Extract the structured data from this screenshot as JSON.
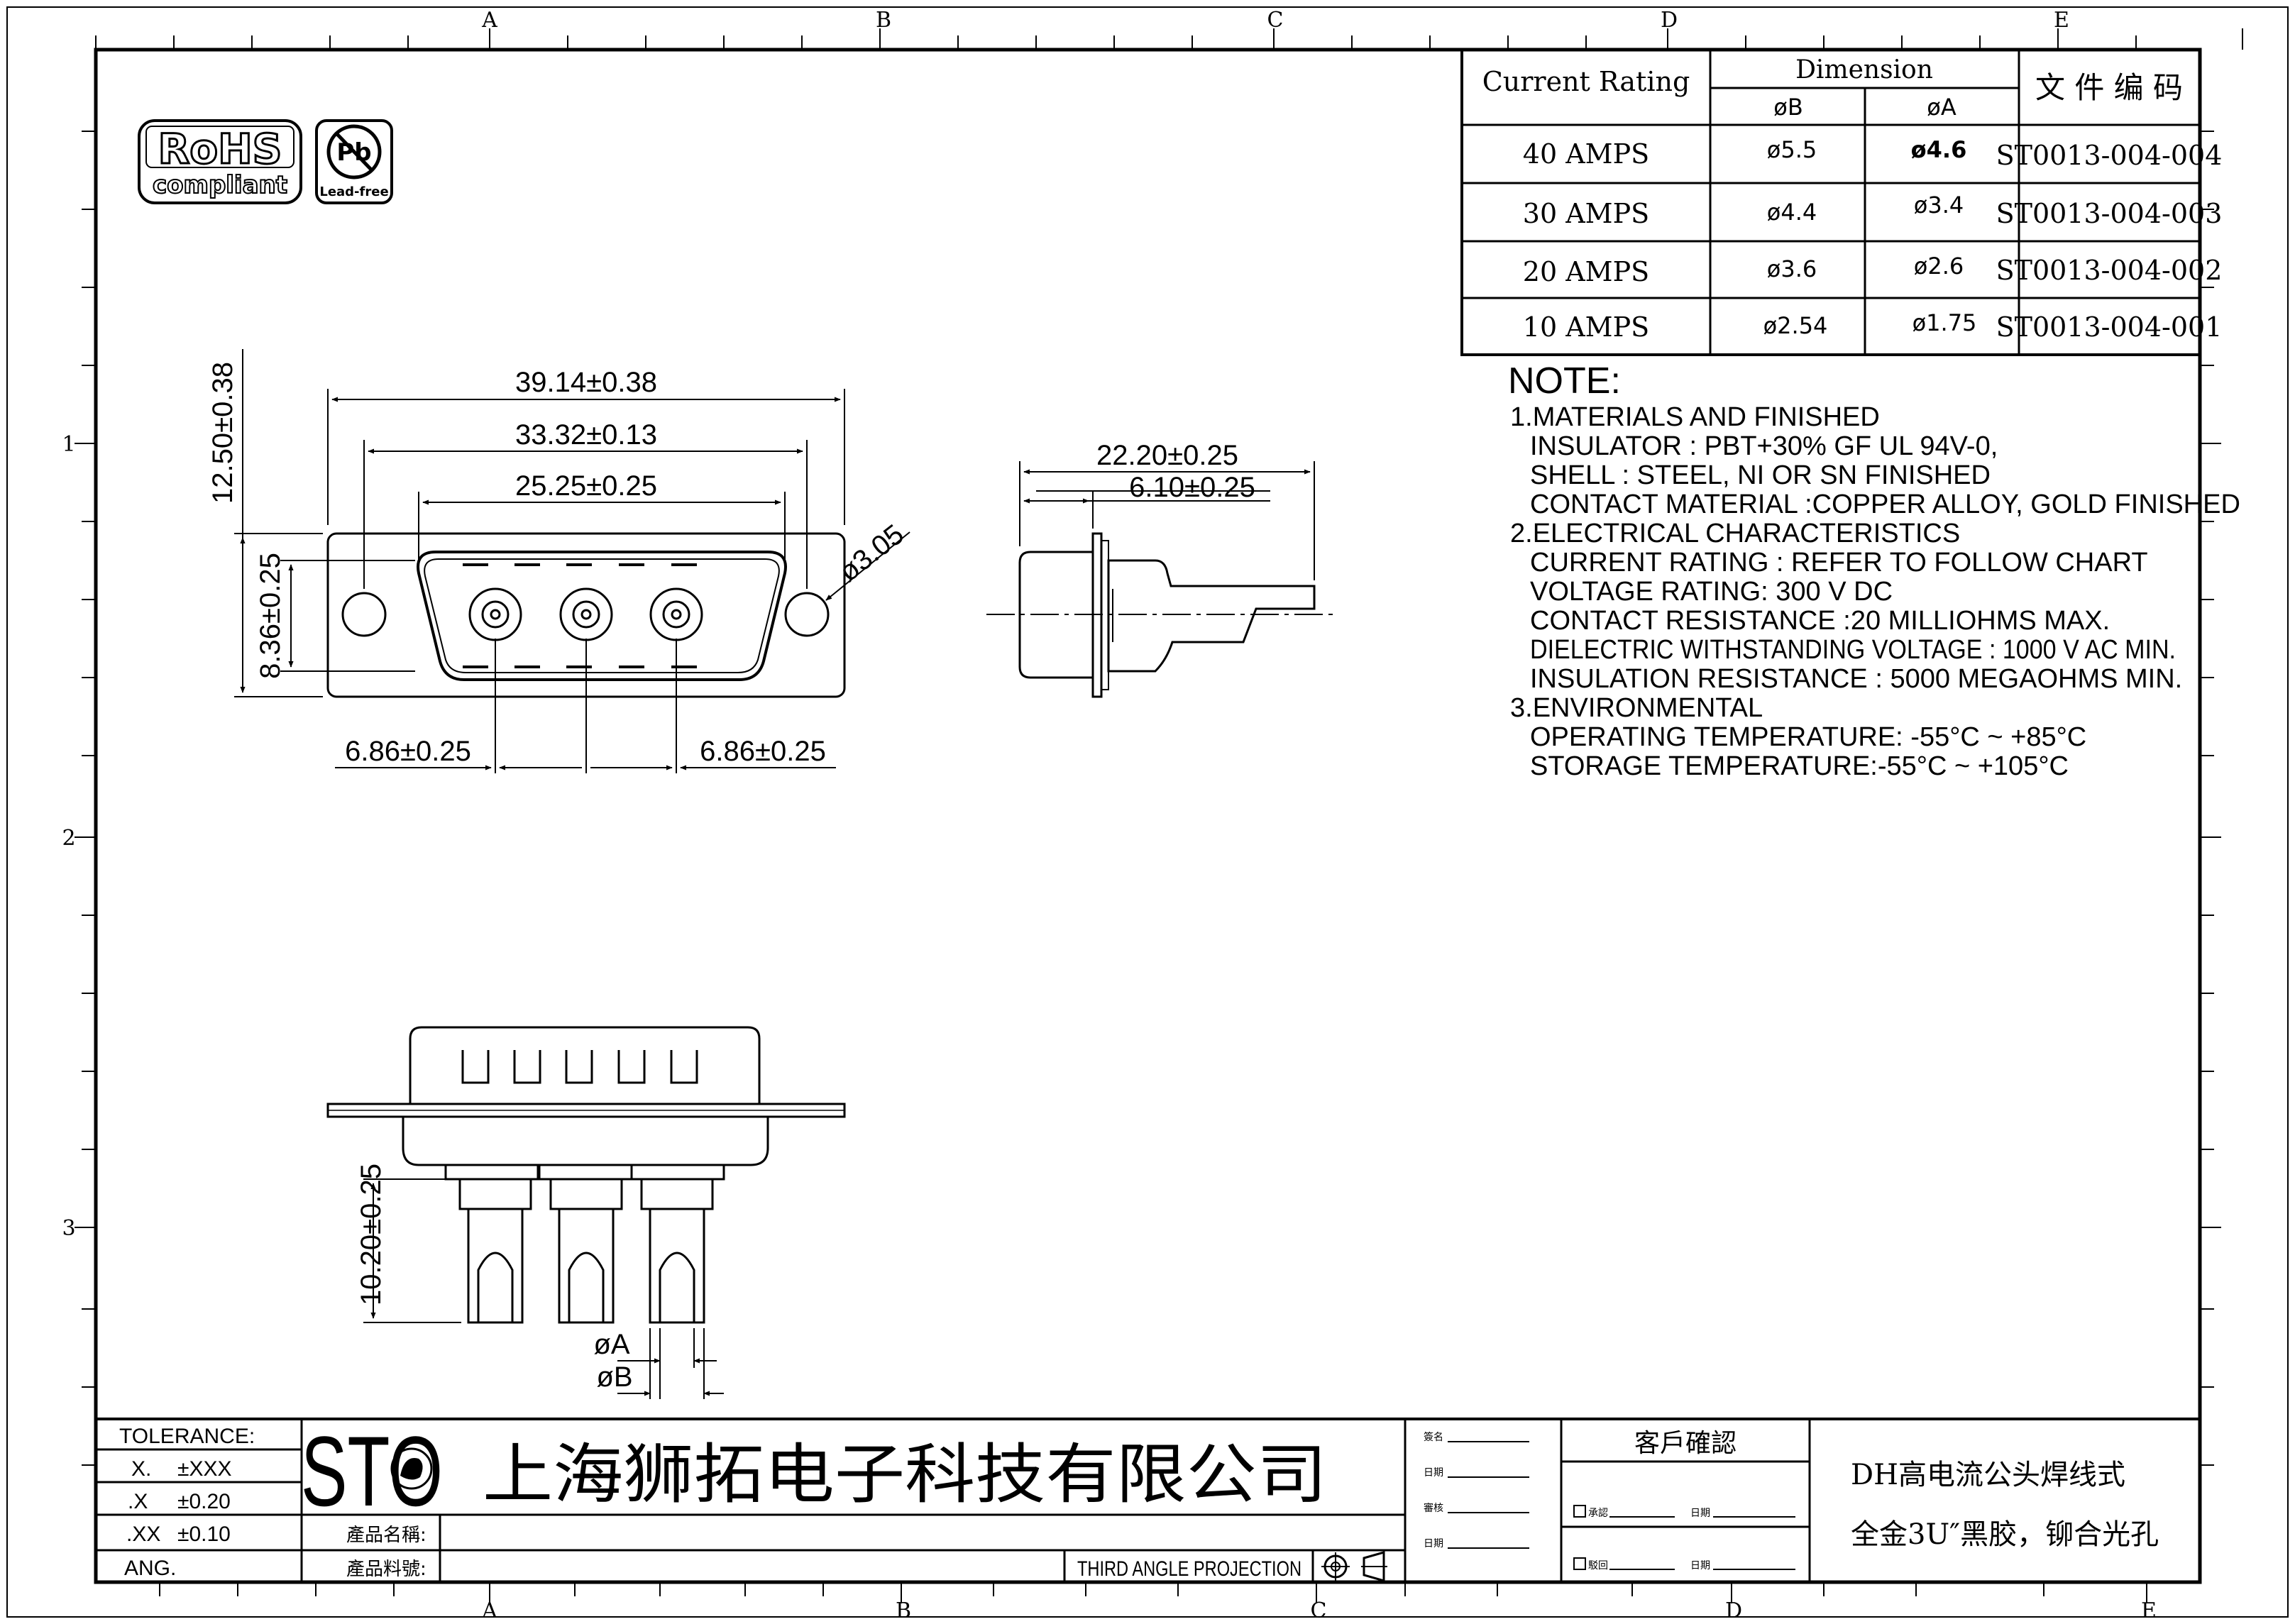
{
  "frame": {
    "columns": [
      "A",
      "B",
      "C",
      "D",
      "E"
    ],
    "rows": [
      "1",
      "2",
      "3"
    ]
  },
  "badges": {
    "rohs_line1": "RoHS",
    "rohs_line2": "compliant",
    "pb": "Pb",
    "pb_caption": "Lead-free"
  },
  "rating_table": {
    "header_current": "Current Rating",
    "header_dimension": "Dimension",
    "header_b": "øB",
    "header_a": "øA",
    "header_code": "文 件 编 码",
    "rows": [
      {
        "current": "40 AMPS",
        "b": "ø5.5",
        "a": "ø4.6",
        "code": "ST0013-004-004"
      },
      {
        "current": "30 AMPS",
        "b": "ø4.4",
        "a": "ø3.4",
        "code": "ST0013-004-003"
      },
      {
        "current": "20 AMPS",
        "b": "ø3.6",
        "a": "ø2.6",
        "code": "ST0013-004-002"
      },
      {
        "current": "10 AMPS",
        "b": "ø2.54",
        "a": "ø1.75",
        "code": "ST0013-004-001"
      }
    ]
  },
  "notes": {
    "title": "NOTE:",
    "lines": [
      "1.MATERIALS AND FINISHED",
      "INSULATOR : PBT+30% GF UL 94V-0,",
      "SHELL : STEEL, NI OR SN FINISHED",
      "CONTACT MATERIAL :COPPER ALLOY, GOLD FINISHED",
      "2.ELECTRICAL CHARACTERISTICS",
      "CURRENT RATING : REFER TO FOLLOW CHART",
      "VOLTAGE RATING: 300 V DC",
      "CONTACT RESISTANCE :20 MILLIOHMS MAX.",
      "DIELECTRIC WITHSTANDING VOLTAGE : 1000 V AC MIN.",
      "INSULATION RESISTANCE : 5000 MEGAOHMS MIN.",
      "3.ENVIRONMENTAL",
      "OPERATING TEMPERATURE: -55°C ~ +85°C",
      "STORAGE TEMPERATURE:-55°C ~ +105°C"
    ]
  },
  "front_view": {
    "dim_overall": "39.14±0.38",
    "dim_holes": "33.32±0.13",
    "dim_shell": "25.25±0.25",
    "dim_height": "12.50±0.38",
    "dim_inner_height": "8.36±0.25",
    "dim_hole_dia": "ø3.05",
    "dim_pitch_left": "6.86±0.25",
    "dim_pitch_right": "6.86±0.25"
  },
  "side_view": {
    "dim_depth": "22.20±0.25",
    "dim_shell_depth": "6.10±0.25"
  },
  "bottom_view": {
    "dim_cup_height": "10.20±0.25",
    "dim_a": "øA",
    "dim_b": "øB"
  },
  "title_block": {
    "tolerance_label": "TOLERANCE:",
    "tol_rows": [
      {
        "k": "X.",
        "v": "±XXX"
      },
      {
        "k": ".X",
        "v": "±0.20"
      },
      {
        "k": ".XX",
        "v": "±0.10"
      },
      {
        "k": "ANG.",
        "v": ""
      }
    ],
    "logo": "STO",
    "company": "上海狮拓电子科技有限公司",
    "product_name_label": "產品名稱:",
    "product_no_label": "產品料號:",
    "projection": "THIRD ANGLE PROJECTION",
    "sign_labels": [
      "簽名",
      "日期",
      "審核",
      "日期"
    ],
    "customer_confirm": "客戶確認",
    "approve_label": "承認",
    "reject_label": "駁回",
    "date_label": "日期",
    "desc_line1": "DH高电流公头焊线式",
    "desc_line2": "全金3U″黑胶，铆合光孔"
  }
}
